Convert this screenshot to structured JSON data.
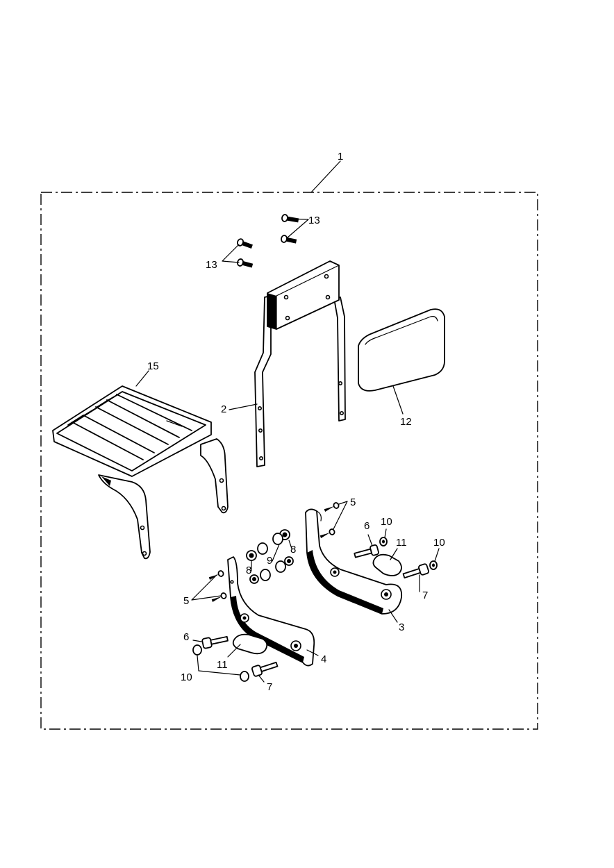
{
  "callouts": [
    {
      "id": "c1",
      "text": "1"
    },
    {
      "id": "c2",
      "text": "2"
    },
    {
      "id": "c3",
      "text": "3"
    },
    {
      "id": "c4",
      "text": "4"
    },
    {
      "id": "c5a",
      "text": "5"
    },
    {
      "id": "c5b",
      "text": "5"
    },
    {
      "id": "c6a",
      "text": "6"
    },
    {
      "id": "c6b",
      "text": "6"
    },
    {
      "id": "c7a",
      "text": "7"
    },
    {
      "id": "c7b",
      "text": "7"
    },
    {
      "id": "c8a",
      "text": "8"
    },
    {
      "id": "c8b",
      "text": "8"
    },
    {
      "id": "c9",
      "text": "9"
    },
    {
      "id": "c10a",
      "text": "10"
    },
    {
      "id": "c10b",
      "text": "10"
    },
    {
      "id": "c10c",
      "text": "10"
    },
    {
      "id": "c11a",
      "text": "11"
    },
    {
      "id": "c11b",
      "text": "11"
    },
    {
      "id": "c12",
      "text": "12"
    },
    {
      "id": "c13a",
      "text": "13"
    },
    {
      "id": "c13b",
      "text": "13"
    },
    {
      "id": "c15",
      "text": "15"
    }
  ],
  "colors": {
    "line": "#000000",
    "background": "#ffffff"
  }
}
